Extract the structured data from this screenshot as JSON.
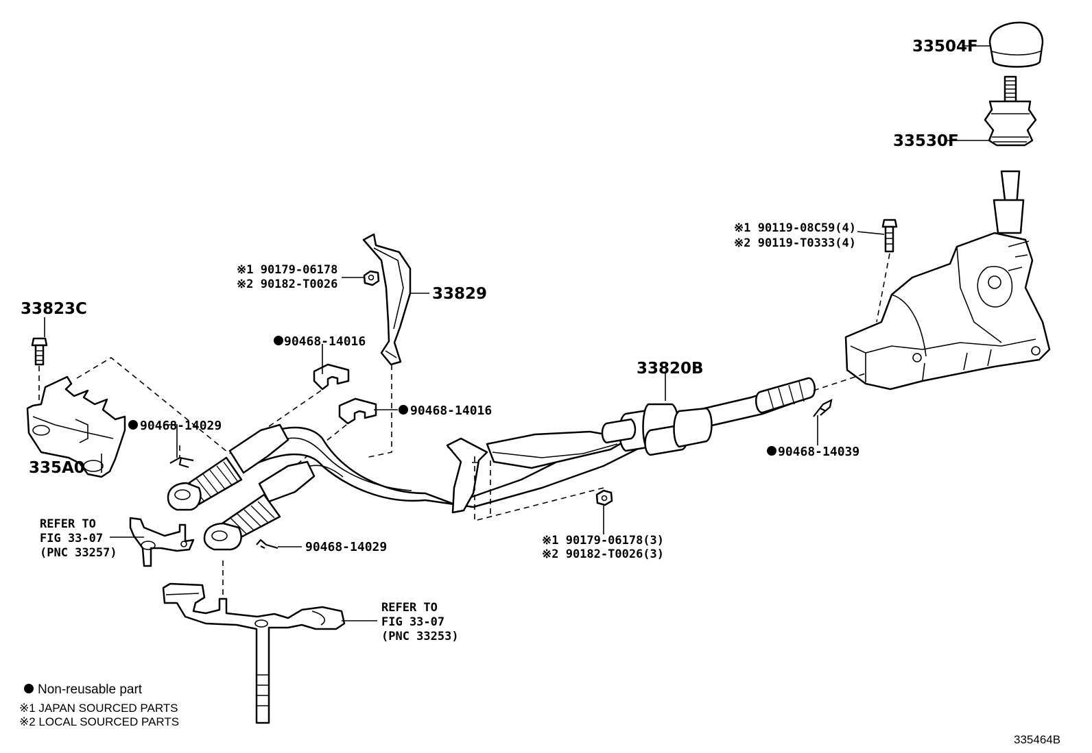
{
  "labels": {
    "knob": "33504F",
    "boot": "33530F",
    "shift_lever_bolt_1": "※1 90119-08C59(4)",
    "shift_lever_bolt_2": "※2 90119-T0333(4)",
    "bracket_nut_1": "※1 90179-06178",
    "bracket_nut_2": "※2 90182-T0026",
    "bracket": "33829",
    "retainer_bolt": "33823C",
    "clip_upper": "90468-14016",
    "clip_lower": "90468-14016",
    "clip_left": "90468-14029",
    "retainer": "335A0",
    "cable_assy": "33820B",
    "clip_right": "90468-14039",
    "pin_clip": "90468-14029",
    "cable_nut_1": "※1 90179-06178(3)",
    "cable_nut_2": "※2 90182-T0026(3)"
  },
  "refer_upper": [
    "REFER TO",
    "FIG 33-07",
    "(PNC 33257)"
  ],
  "refer_lower": [
    "REFER TO",
    "FIG 33-07",
    "(PNC 33253)"
  ],
  "legend": {
    "non_reusable": "Non-reusable part",
    "japan": "※1 JAPAN SOURCED PARTS",
    "local": "※2 LOCAL SOURCED PARTS"
  },
  "figure_id": "335464B"
}
